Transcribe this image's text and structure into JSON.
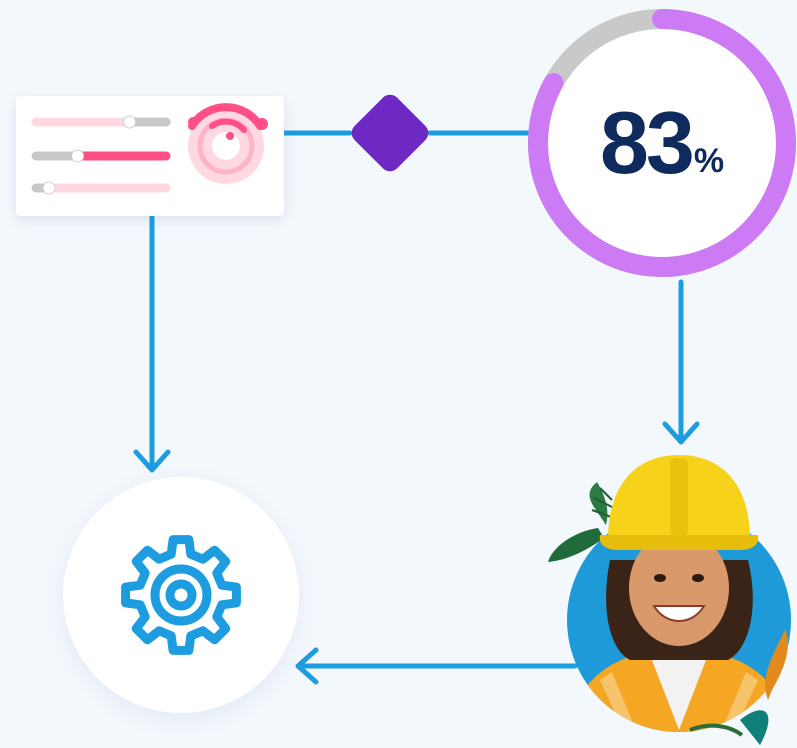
{
  "progress": {
    "value": "83",
    "unit": "%",
    "fraction": 0.83,
    "ring_color": "#cc7bf5",
    "track_color": "#c9c9c9",
    "text_color": "#0f2a5c"
  },
  "flow": {
    "arrow_color": "#1d9de0",
    "decision_color": "#6e28c4"
  },
  "settings_card": {
    "slider_accent": "#ff4f86",
    "slider_track": "#ffd8e2",
    "slider_rest": "#c8c8c8",
    "slider_levels": [
      0.72,
      0.32,
      0.1
    ]
  },
  "icons": [
    "sliders-icon",
    "target-icon",
    "gear-icon",
    "worker-avatar"
  ]
}
